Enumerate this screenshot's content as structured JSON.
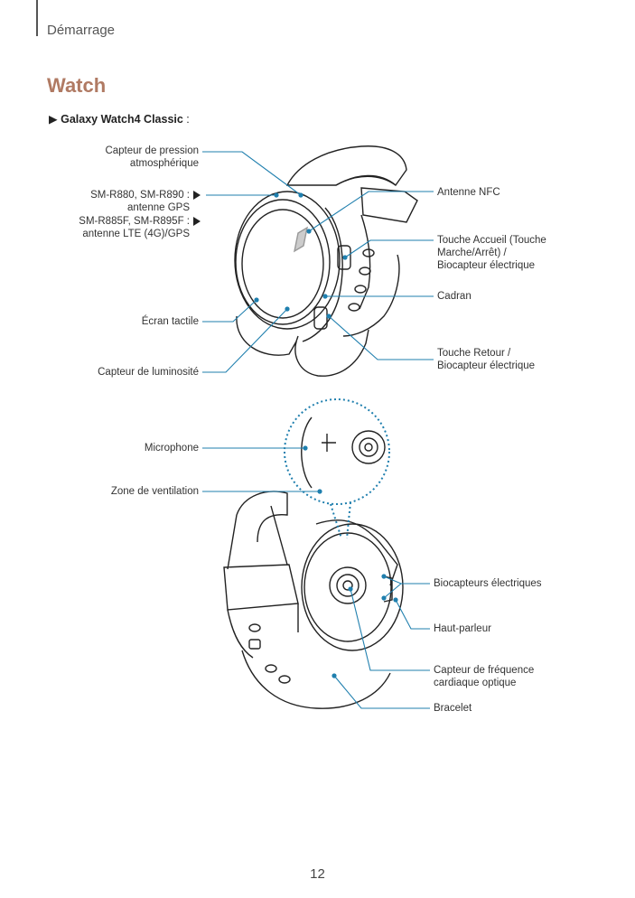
{
  "header": {
    "chapter": "Démarrage"
  },
  "section": {
    "title": "Watch"
  },
  "model": {
    "name": "Galaxy Watch4 Classic",
    "suffix": " :"
  },
  "front_labels": {
    "pressure": "Capteur de pression\natmosphérique",
    "gps_models": "SM-R880, SM-R890 :",
    "gps_antenna": "antenne GPS",
    "lte_models": "SM-R885F, SM-R895F :",
    "lte_antenna": "antenne LTE (4G)/GPS",
    "touchscreen": "Écran tactile",
    "light_sensor": "Capteur de luminosité",
    "nfc": "Antenne NFC",
    "home_key": "Touche Accueil (Touche\nMarche/Arrêt) /\nBiocapteur électrique",
    "bezel": "Cadran",
    "back_key": "Touche Retour /\nBiocapteur électrique"
  },
  "back_labels": {
    "microphone": "Microphone",
    "vent": "Zone de ventilation",
    "bio_sensors": "Biocapteurs électriques",
    "speaker": "Haut-parleur",
    "hr_sensor": "Capteur de fréquence\ncardiaque optique",
    "strap": "Bracelet"
  },
  "footer": {
    "page_number": "12"
  },
  "colors": {
    "accent_title": "#b07a63",
    "callout": "#1f7fae"
  }
}
